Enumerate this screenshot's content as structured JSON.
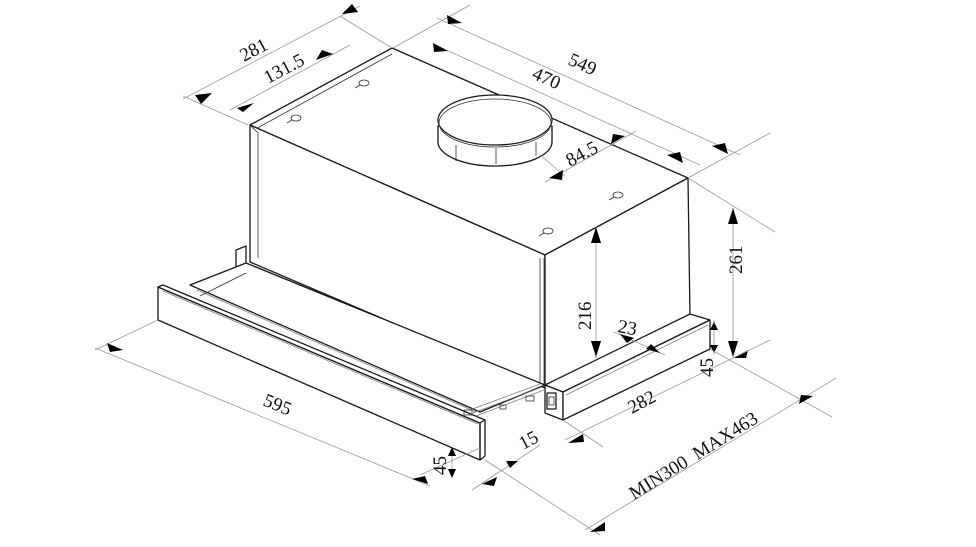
{
  "drawing": {
    "subject": "Telescopic cooker hood — isometric dimension drawing",
    "units": "mm",
    "dimensions": {
      "total_depth": "281",
      "vent_offset_depth": "131.5",
      "total_width": "549",
      "body_width": "470",
      "vent_offset_side": "84.5",
      "body_height": "216",
      "total_height": "261",
      "front_offset": "23",
      "rear_strip_height": "45",
      "rear_strip_depth": "282",
      "front_panel_width": "595",
      "front_panel_height": "45",
      "front_panel_thickness": "15",
      "extension_range": "MIN300  MAX463"
    }
  }
}
